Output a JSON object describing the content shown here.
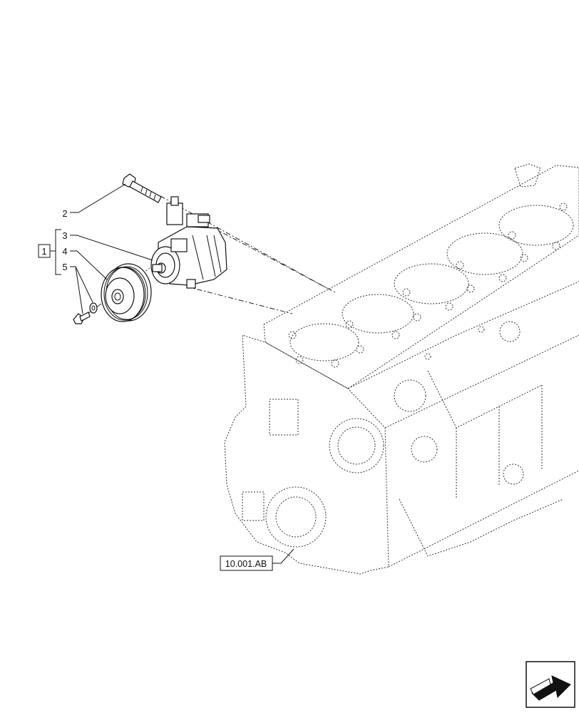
{
  "callouts": {
    "assembly": "1",
    "bolt": "2",
    "compressor": "3",
    "clutch_pulley": "4",
    "screw_washer": "5"
  },
  "reference": "10.001.AB",
  "icons": {
    "nav": "next-page-arrow-icon"
  }
}
